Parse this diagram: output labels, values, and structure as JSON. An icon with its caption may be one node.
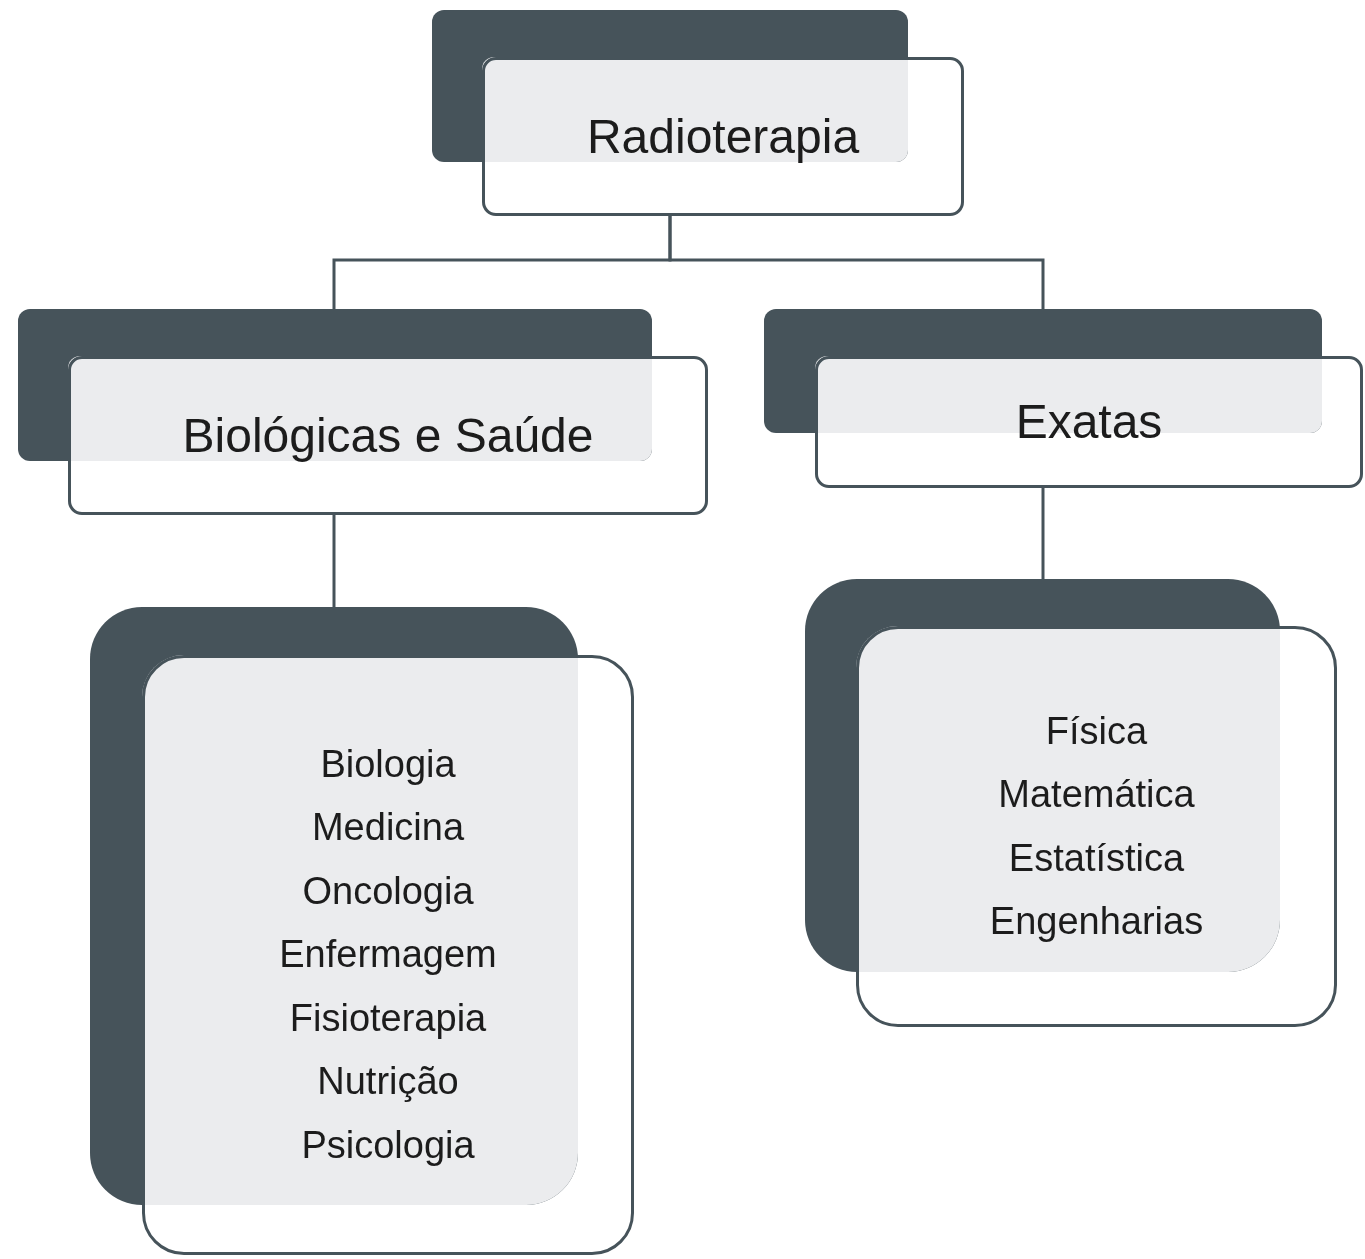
{
  "diagram": {
    "nodes": [
      {
        "text": [
          "Radioterapia"
        ]
      },
      {
        "text": [
          "Biológicas e Saúde"
        ]
      },
      {
        "text": [
          "Exatas"
        ]
      },
      {
        "text": [
          "Biologia",
          "Medicina",
          "Oncologia",
          "Enfermagem",
          "Fisioterapia",
          "Nutrição",
          "Psicologia"
        ]
      },
      {
        "text": [
          "Física",
          "Matemática",
          "Estatística",
          "Engenharias"
        ]
      }
    ],
    "edges": [
      {
        "from": 0,
        "to": 1,
        "arrow": "none"
      },
      {
        "from": 0,
        "to": 2,
        "arrow": "none"
      },
      {
        "from": 1,
        "to": 3,
        "arrow": "none"
      },
      {
        "from": 2,
        "to": 4,
        "arrow": "none"
      }
    ]
  }
}
